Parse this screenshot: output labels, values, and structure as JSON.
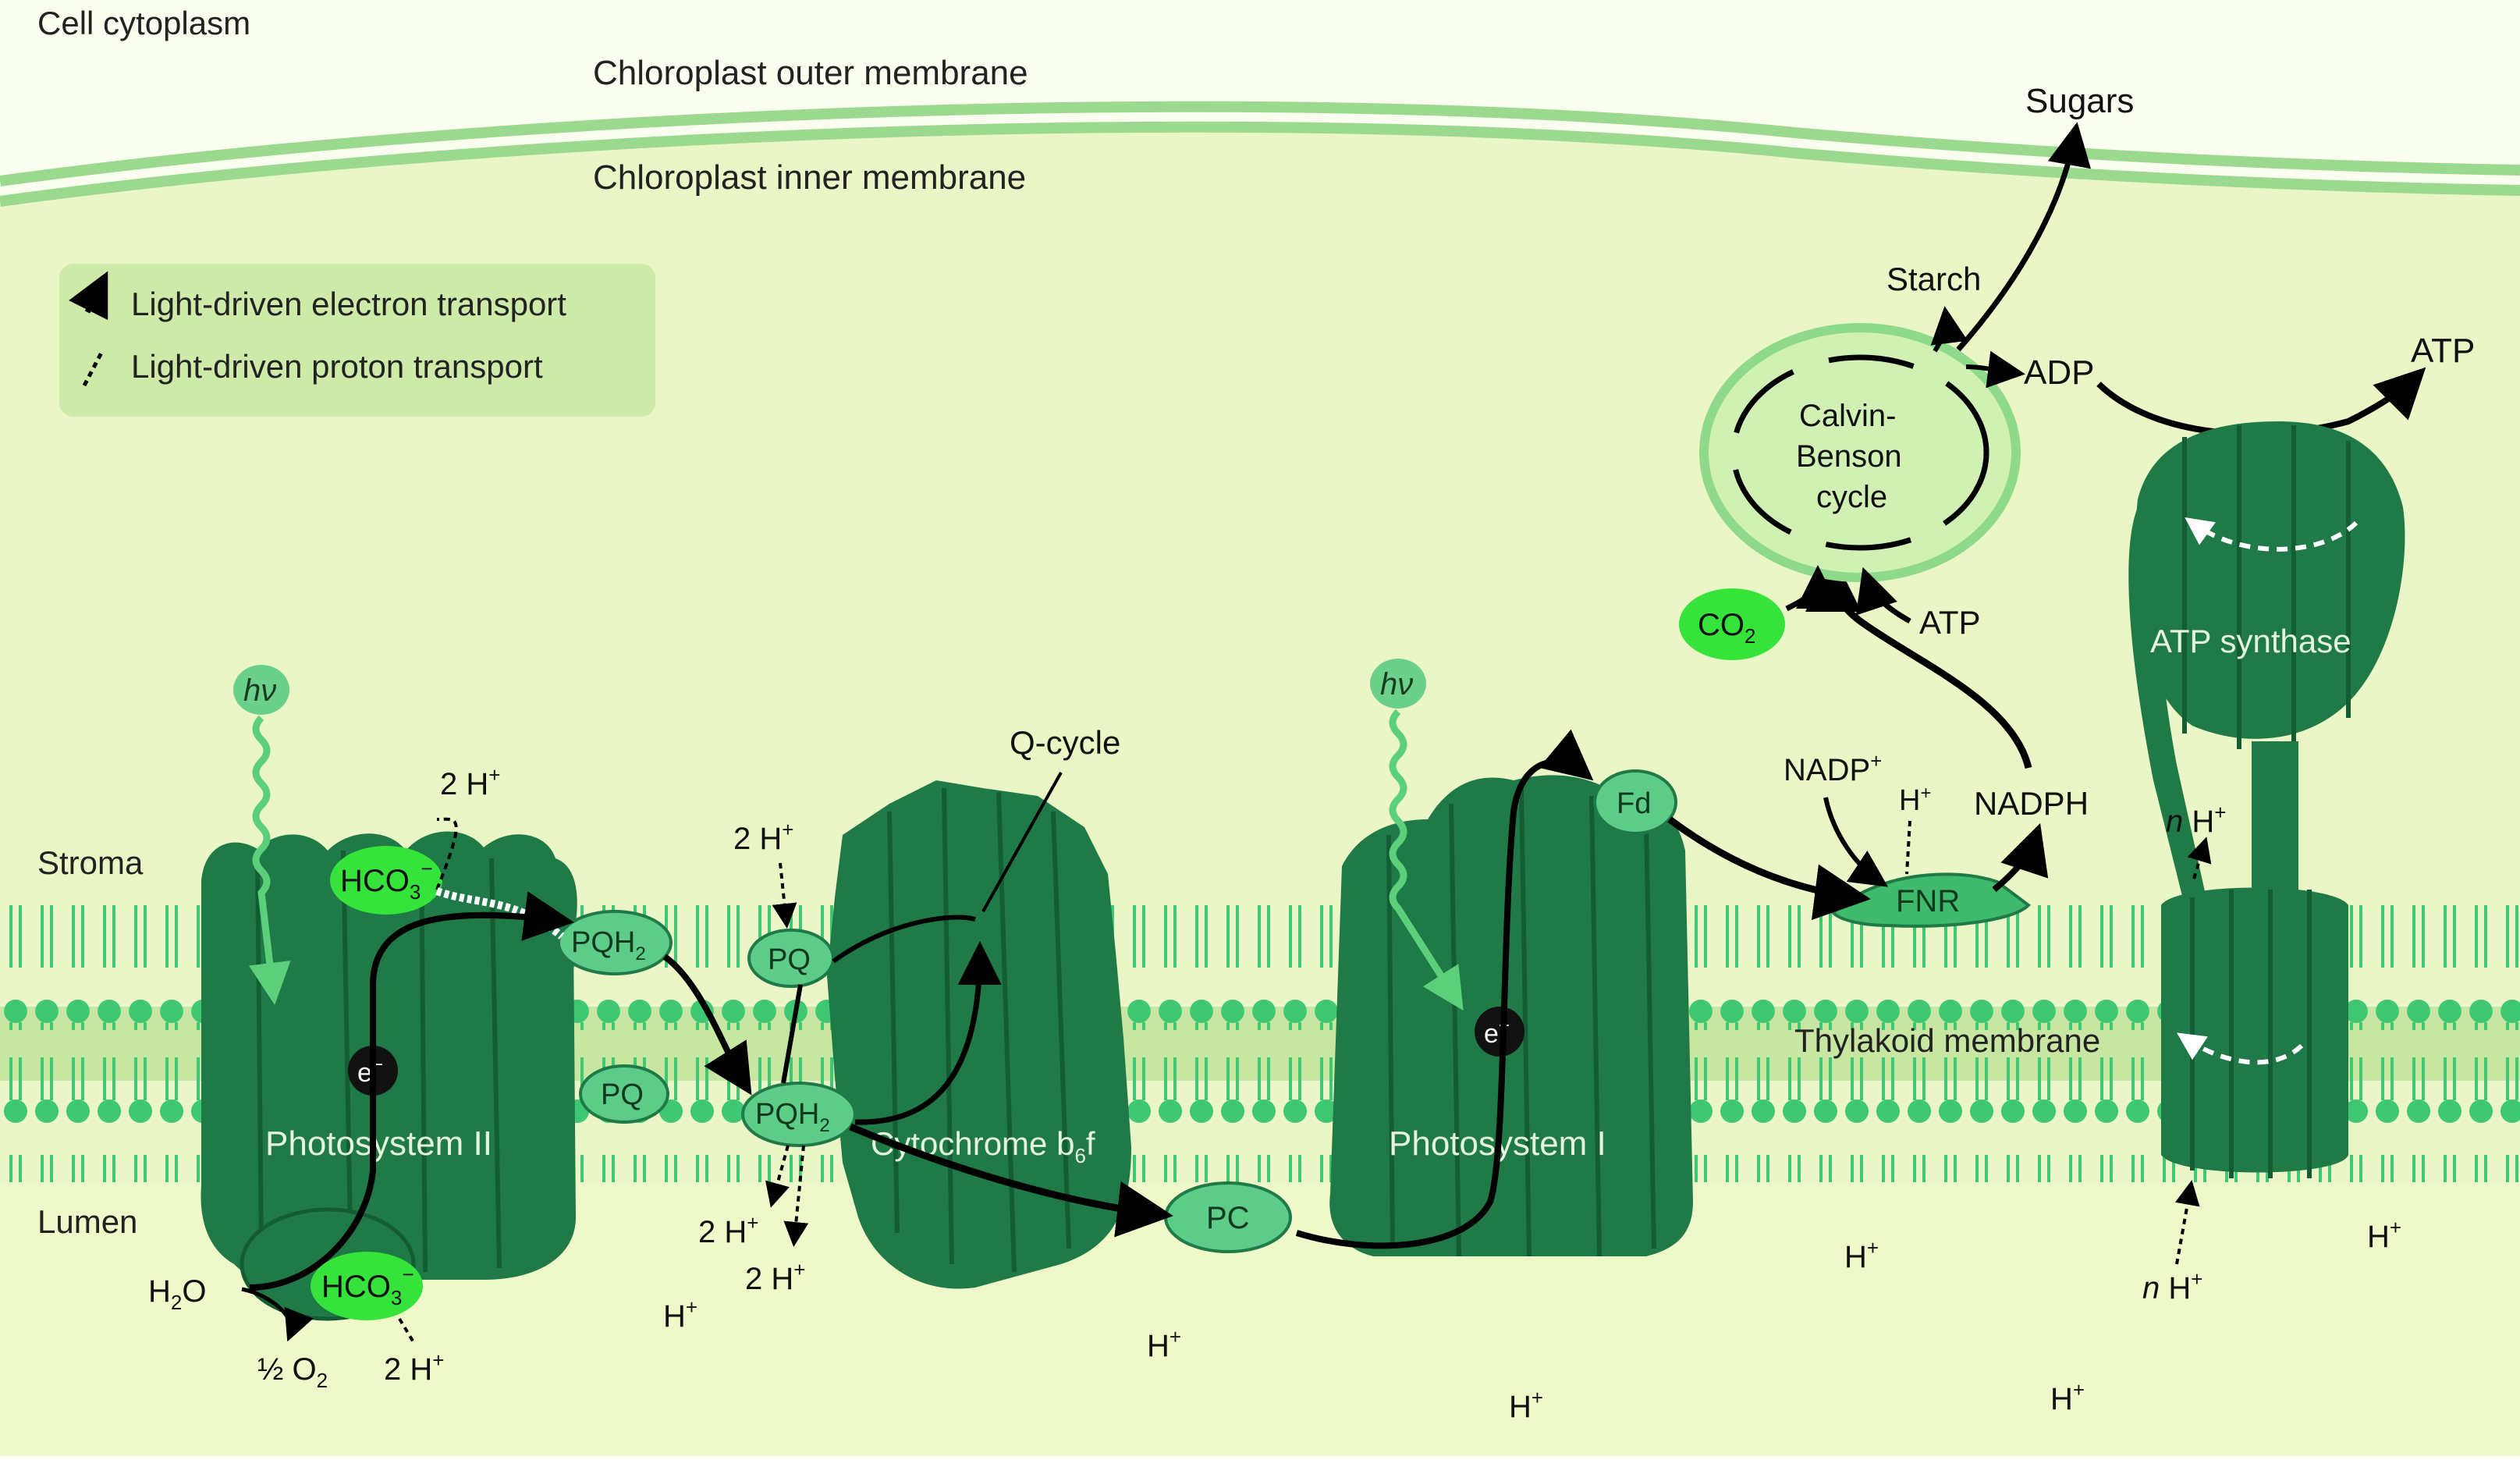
{
  "regions": {
    "cell_cytoplasm": "Cell cytoplasm",
    "outer_membrane": "Chloroplast outer membrane",
    "inner_membrane": "Chloroplast inner membrane",
    "stroma": "Stroma",
    "lumen": "Lumen",
    "thylakoid_membrane": "Thylakoid membrane"
  },
  "legend": {
    "electron": "Light-driven electron transport",
    "proton": "Light-driven proton transport"
  },
  "complexes": {
    "ps2": "Photosystem II",
    "cytb6f_main": "Cytochrome b",
    "cytb6f_sub": "6",
    "cytb6f_end": "f",
    "ps1": "Photosystem I",
    "atp_synthase": "ATP synthase"
  },
  "calvin": {
    "line1": "Calvin-",
    "line2": "Benson",
    "line3": "cycle"
  },
  "labels": {
    "sugars": "Sugars",
    "starch": "Starch",
    "adp": "ADP",
    "atp_top": "ATP",
    "atp_calvin": "ATP",
    "co2": "CO",
    "co2_sub": "2",
    "nadp": "NADP",
    "nadp_sup": "+",
    "nadph": "NADPH",
    "fnr": "FNR",
    "fd": "Fd",
    "pc": "PC",
    "hv": "hν",
    "e": "e",
    "e_sup": "−",
    "q_cycle": "Q-cycle",
    "pq": "PQ",
    "pqh": "PQH",
    "pqh_sub": "2",
    "hco": "HCO",
    "hco_sub": "3",
    "hco_sup": "−",
    "h2o": "H",
    "h2o_sub": "2",
    "h2o_end": "O",
    "half_o2": "½ O",
    "half_o2_sub": "2",
    "two_h": "2 H",
    "h": "H",
    "plus": "+",
    "n": "n"
  }
}
